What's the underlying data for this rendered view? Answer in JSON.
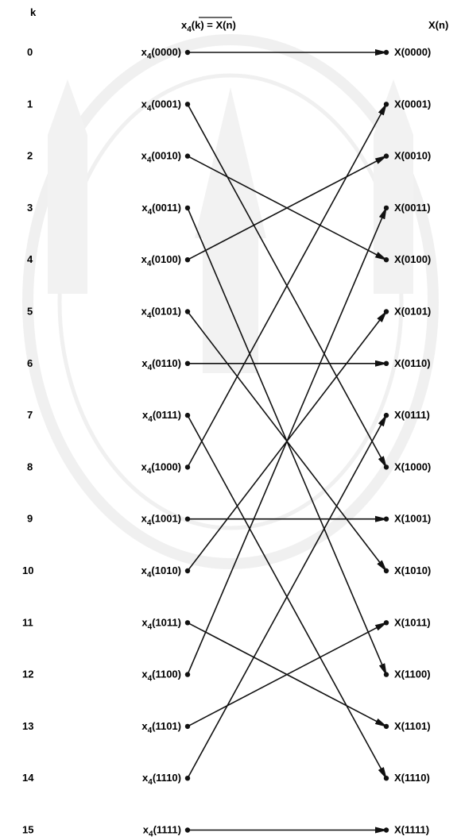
{
  "headers": {
    "k": "k",
    "left": "x",
    "left_sub": "4",
    "left_eq": "(k) = X(n)",
    "right": "X(n)"
  },
  "k_values": [
    "0",
    "1",
    "2",
    "3",
    "4",
    "5",
    "6",
    "7",
    "8",
    "9",
    "10",
    "11",
    "12",
    "13",
    "14",
    "15"
  ],
  "left_labels": [
    {
      "prefix": "x",
      "sub": "4",
      "arg": "(0000)"
    },
    {
      "prefix": "x",
      "sub": "4",
      "arg": "(0001)"
    },
    {
      "prefix": "x",
      "sub": "4",
      "arg": "(0010)"
    },
    {
      "prefix": "x",
      "sub": "4",
      "arg": "(0011)"
    },
    {
      "prefix": "x",
      "sub": "4",
      "arg": "(0100)"
    },
    {
      "prefix": "x",
      "sub": "4",
      "arg": "(0101)"
    },
    {
      "prefix": "x",
      "sub": "4",
      "arg": "(0110)"
    },
    {
      "prefix": "x",
      "sub": "4",
      "arg": "(0111)"
    },
    {
      "prefix": "x",
      "sub": "4",
      "arg": "(1000)"
    },
    {
      "prefix": "x",
      "sub": "4",
      "arg": "(1001)"
    },
    {
      "prefix": "x",
      "sub": "4",
      "arg": "(1010)"
    },
    {
      "prefix": "x",
      "sub": "4",
      "arg": "(1011)"
    },
    {
      "prefix": "x",
      "sub": "4",
      "arg": "(1100)"
    },
    {
      "prefix": "x",
      "sub": "4",
      "arg": "(1101)"
    },
    {
      "prefix": "x",
      "sub": "4",
      "arg": "(1110)"
    },
    {
      "prefix": "x",
      "sub": "4",
      "arg": "(1111)"
    }
  ],
  "right_labels": [
    "X(0000)",
    "X(0001)",
    "X(0010)",
    "X(0011)",
    "X(0100)",
    "X(0101)",
    "X(0110)",
    "X(0111)",
    "X(1000)",
    "X(1001)",
    "X(1010)",
    "X(1011)",
    "X(1100)",
    "X(1101)",
    "X(1110)",
    "X(1111)"
  ],
  "mapping": [
    0,
    8,
    4,
    12,
    2,
    10,
    6,
    14,
    1,
    9,
    5,
    13,
    3,
    11,
    7,
    15
  ],
  "colors": {
    "ink": "#111111",
    "watermark": "#7a7a7a"
  }
}
